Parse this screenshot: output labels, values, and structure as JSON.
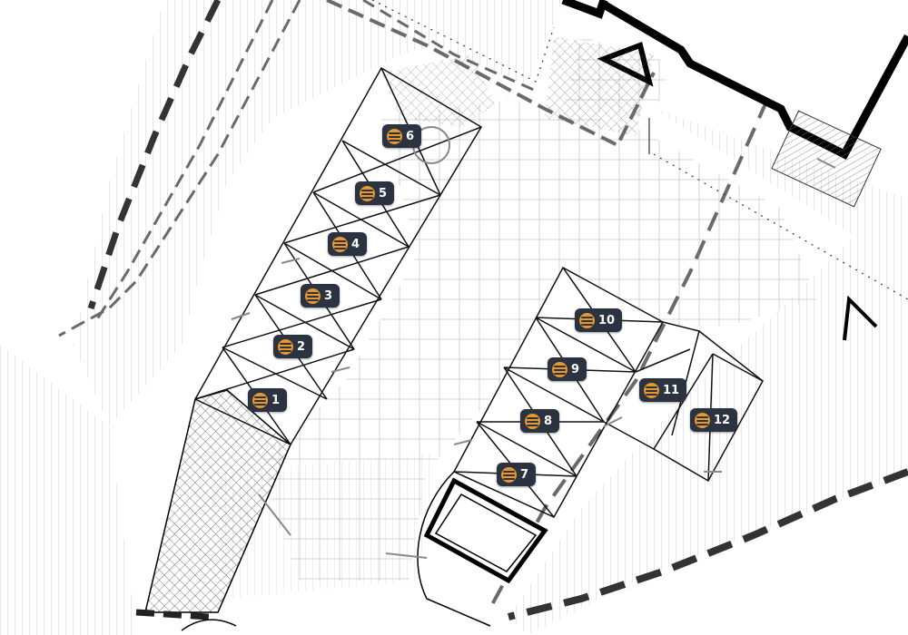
{
  "map": {
    "colors": {
      "marker_bg": "#2c3340",
      "marker_icon": "#e8962e",
      "marker_text": "#ffffff",
      "line": "#1a1a1a",
      "hatch": "#c8c8c8",
      "dashed": "#6a6a6a"
    },
    "markers": [
      {
        "number": "1",
        "icon": "parking-space-icon"
      },
      {
        "number": "2",
        "icon": "parking-space-icon"
      },
      {
        "number": "3",
        "icon": "parking-space-icon"
      },
      {
        "number": "4",
        "icon": "parking-space-icon"
      },
      {
        "number": "5",
        "icon": "parking-space-icon"
      },
      {
        "number": "6",
        "icon": "parking-space-icon"
      },
      {
        "number": "7",
        "icon": "parking-space-icon"
      },
      {
        "number": "8",
        "icon": "parking-space-icon"
      },
      {
        "number": "9",
        "icon": "parking-space-icon"
      },
      {
        "number": "10",
        "icon": "parking-space-icon"
      },
      {
        "number": "11",
        "icon": "parking-space-icon"
      },
      {
        "number": "12",
        "icon": "parking-space-icon"
      }
    ]
  }
}
